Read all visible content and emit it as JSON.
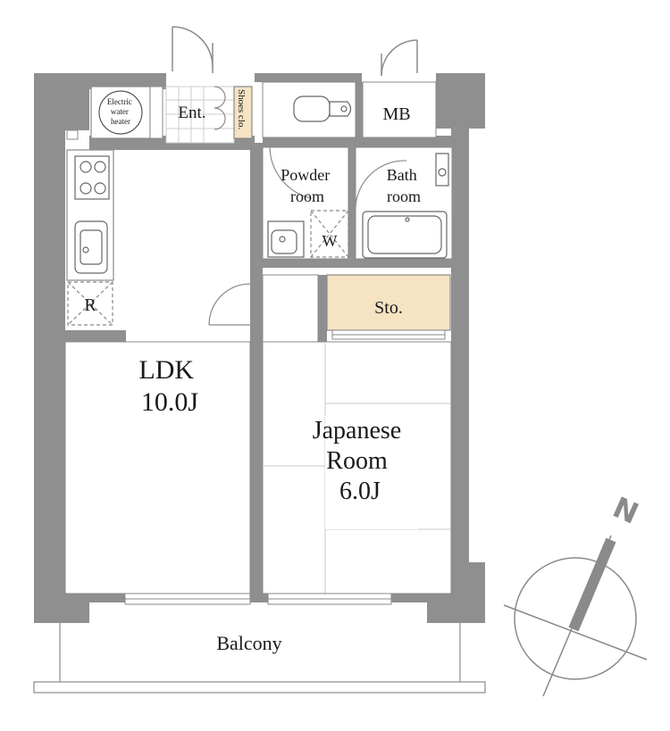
{
  "colors": {
    "wall": "#8f8f8f",
    "line": "#8a8a8a",
    "accent_storage": "#f6e3c3",
    "background": "#ffffff"
  },
  "rooms": {
    "electric_water_heater": "Electric water heater",
    "electric_water_heater_lines": [
      "Electric",
      "water",
      "heater"
    ],
    "entrance": "Ent.",
    "shoes_closet": "Shoes clo.",
    "mb": "MB",
    "powder_room_lines": [
      "Powder",
      "room"
    ],
    "bath_room_lines": [
      "Bath",
      "room"
    ],
    "washer": "W",
    "refrigerator": "R",
    "storage": "Sto.",
    "ldk_lines": [
      "LDK",
      "10.0J"
    ],
    "japanese_room_lines": [
      "Japanese",
      "Room",
      "6.0J"
    ],
    "balcony": "Balcony"
  },
  "compass": {
    "north_label": "N"
  }
}
